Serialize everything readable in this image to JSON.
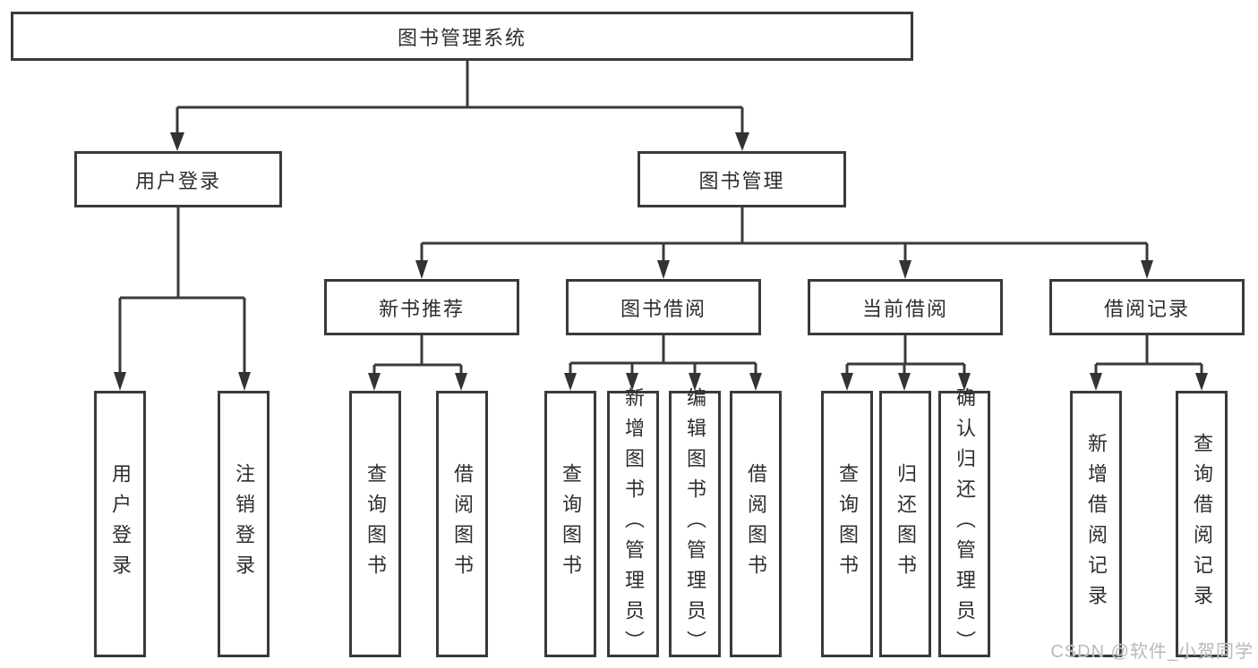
{
  "diagram": {
    "root": {
      "label": "图书管理系统"
    },
    "children": [
      {
        "label": "用户登录",
        "children": [
          {
            "label": "用户登录"
          },
          {
            "label": "注销登录"
          }
        ]
      },
      {
        "label": "图书管理",
        "children": [
          {
            "label": "新书推荐",
            "children": [
              {
                "label": "查询图书"
              },
              {
                "label": "借阅图书"
              }
            ]
          },
          {
            "label": "图书借阅",
            "children": [
              {
                "label": "查询图书"
              },
              {
                "label": "新增图书（管理员）"
              },
              {
                "label": "编辑图书（管理员）"
              },
              {
                "label": "借阅图书"
              }
            ]
          },
          {
            "label": "当前借阅",
            "children": [
              {
                "label": "查询图书"
              },
              {
                "label": "归还图书"
              },
              {
                "label": "确认归还（管理员）"
              }
            ]
          },
          {
            "label": "借阅记录",
            "children": [
              {
                "label": "新增借阅记录"
              },
              {
                "label": "查询借阅记录"
              }
            ]
          }
        ]
      }
    ]
  },
  "watermark": {
    "text": "CSDN @软件_小贺同学"
  },
  "colors": {
    "line": "#3a3a3a",
    "box_border": "#3a3a3a",
    "text": "#2e2e2e",
    "watermark": "#b9b9b9",
    "background": "#ffffff"
  }
}
